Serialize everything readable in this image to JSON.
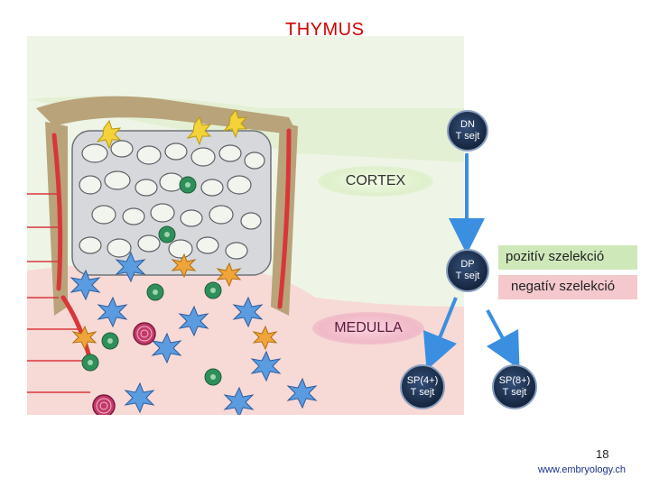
{
  "title": "THYMUS",
  "zones": {
    "cortex": "CORTEX",
    "medulla": "MEDULLA"
  },
  "cells": {
    "dn": {
      "line1": "DN",
      "line2": "T sejt"
    },
    "dp": {
      "line1": "DP",
      "line2": "T sejt"
    },
    "sp4": {
      "line1": "SP(4+)",
      "line2": "T sejt"
    },
    "sp8": {
      "line1": "SP(8+)",
      "line2": "T sejt"
    }
  },
  "selection": {
    "positive": "pozitív szelekció",
    "negative": "negatív szelekció"
  },
  "footer": {
    "page_number": "18",
    "website": "www.embryology.ch"
  },
  "colors": {
    "title": "#d40000",
    "arrow": "#3b8fe0",
    "positive_box": "#cfe8b9",
    "negative_box": "#f4c8cc"
  }
}
